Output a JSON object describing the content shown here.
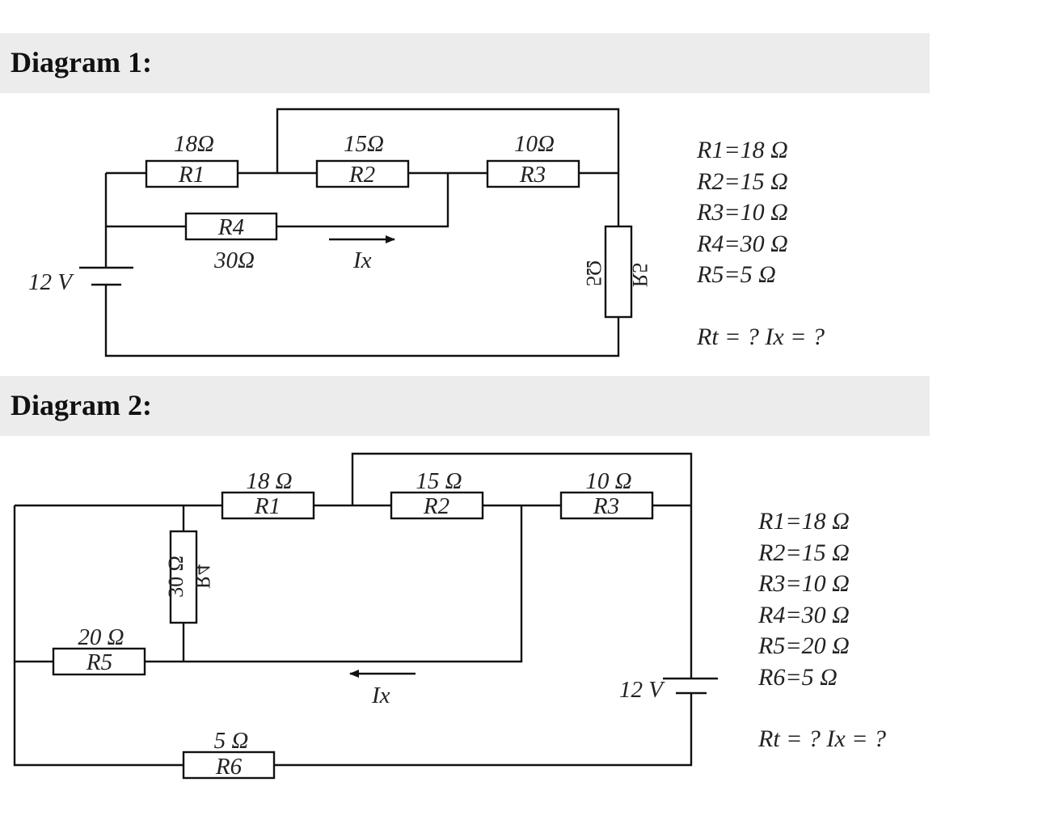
{
  "diagram1": {
    "heading": "Diagram 1:",
    "source_label": "12 V",
    "current_label": "Ix",
    "resistors": [
      {
        "name": "R1",
        "value": "18Ω"
      },
      {
        "name": "R2",
        "value": "15Ω"
      },
      {
        "name": "R3",
        "value": "10Ω"
      },
      {
        "name": "R4",
        "value": "30Ω"
      },
      {
        "name": "R5",
        "value_mirrored": "5Ω",
        "name_mirrored": "R5"
      }
    ],
    "given": [
      "R1=18 Ω",
      "R2=15 Ω",
      "R3=10 Ω",
      "R4=30 Ω",
      "R5=5 Ω"
    ],
    "question": "Rt = ? Ix = ?"
  },
  "diagram2": {
    "heading": "Diagram 2:",
    "source_label": "12 V",
    "current_label": "Ix",
    "resistors": [
      {
        "name": "R1",
        "value": "18 Ω"
      },
      {
        "name": "R2",
        "value": "15 Ω"
      },
      {
        "name": "R3",
        "value": "10 Ω"
      },
      {
        "name": "R4",
        "value": "30 Ω"
      },
      {
        "name": "R5",
        "value": "20 Ω"
      },
      {
        "name": "R6",
        "value": "5 Ω"
      }
    ],
    "given": [
      "R1=18 Ω",
      "R2=15 Ω",
      "R3=10 Ω",
      "R4=30 Ω",
      "R5=20 Ω",
      "R6=5 Ω"
    ],
    "question": "Rt = ? Ix = ?"
  }
}
